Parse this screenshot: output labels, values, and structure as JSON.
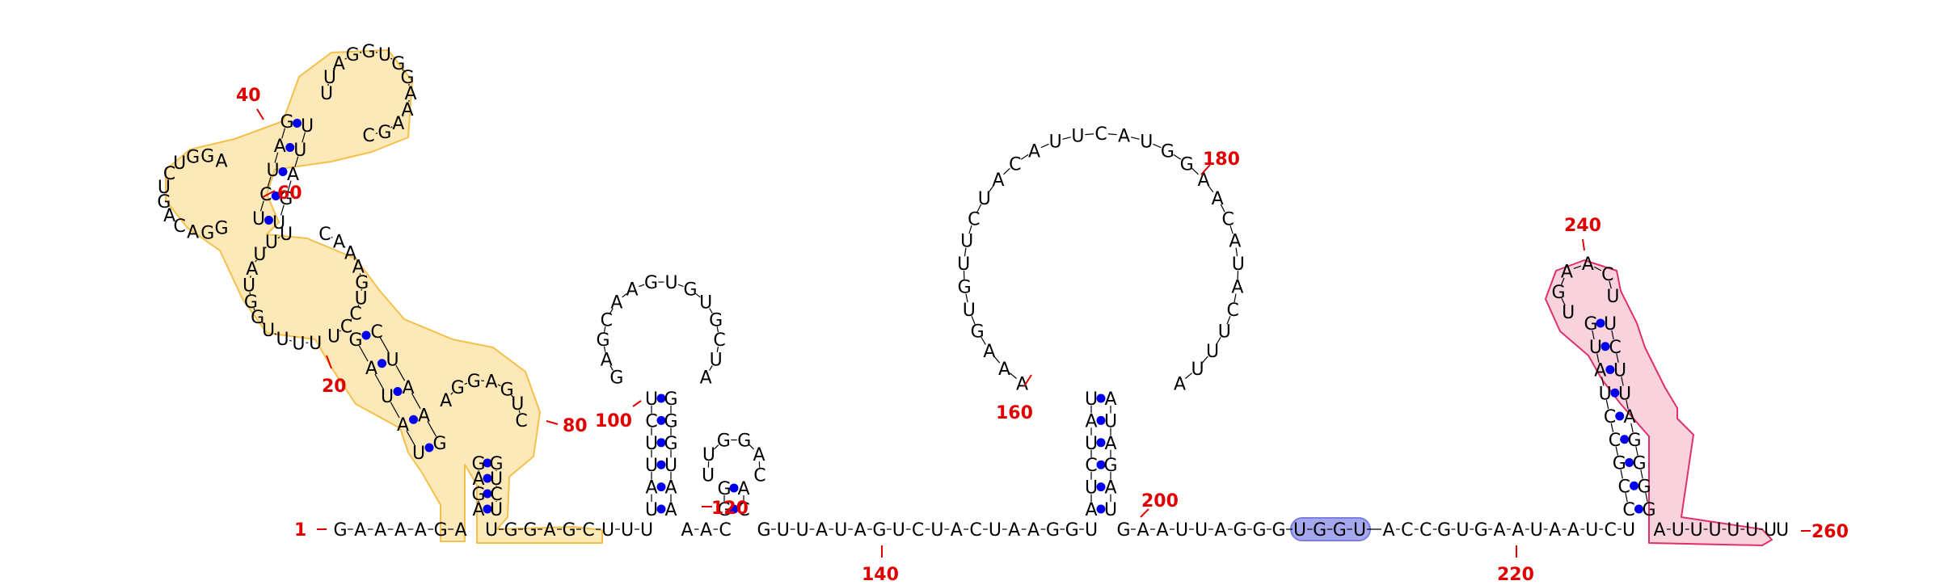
{
  "diagram": {
    "sequence_labels": {
      "s1": "GAAAAGA",
      "s2": "UGGAGCUUU",
      "s3": "AAC",
      "s4": "GUUAUAGUCUACUAAGGU",
      "s5": "GAAUUAGGG",
      "s5_box": "UGGU",
      "s6": "ACCGUGAAUAAUCU",
      "s7": "AUUUUUU",
      "s8": "U"
    },
    "numbers": {
      "n1": "1",
      "n20": "20",
      "n40": "40",
      "n60": "60",
      "n80": "80",
      "n100": "100",
      "n120": "120",
      "n140": "140",
      "n160": "160",
      "n180": "180",
      "n200": "200",
      "n220": "220",
      "n240": "240",
      "n260": "260"
    },
    "colors": {
      "pair": "#0000ee",
      "number": "#e00000",
      "highlight_yellow": "#f4c04a",
      "highlight_pink": "#e0306a",
      "highlight_blue": "#7c7ee2"
    }
  }
}
